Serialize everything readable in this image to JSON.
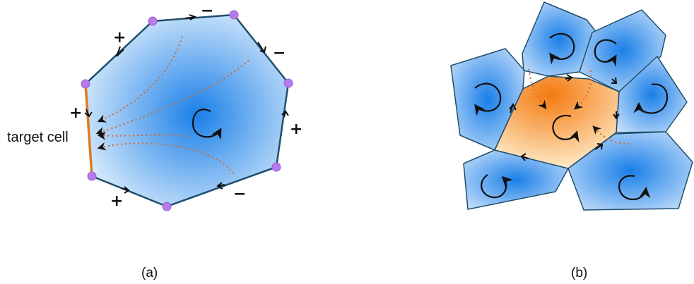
{
  "panel_a": {
    "caption": "(a)",
    "target_label": "target cell",
    "signs": {
      "top_left": "+",
      "top": "−",
      "top_right": "−",
      "right": "+",
      "bottom_right": "−",
      "bottom_left": "+",
      "left": "+"
    }
  },
  "panel_b": {
    "caption": "(b)"
  },
  "colors": {
    "cell_fill_center": "#1a7fe8",
    "cell_fill_edge": "#d8ebfb",
    "cell_stroke": "#1f4e6e",
    "vertex": "#b57bea",
    "target_edge": "#e07a1d",
    "flow_line": "#d9652a",
    "target_fill_center": "#f47a10",
    "target_fill_edge": "#fff1d2"
  }
}
